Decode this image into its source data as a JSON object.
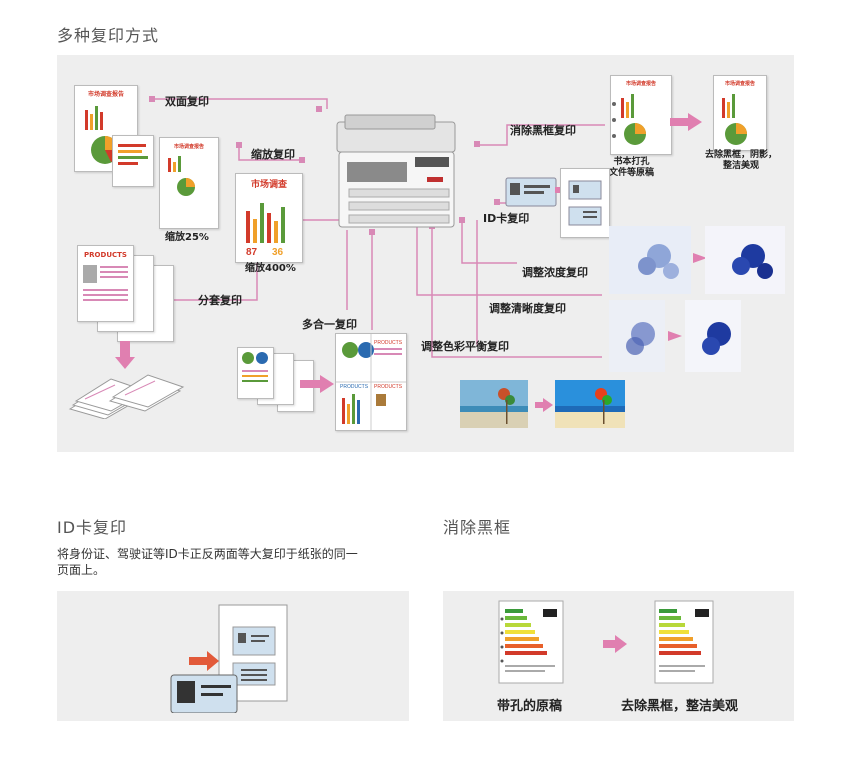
{
  "main_title": "多种复印方式",
  "diagram": {
    "labels": {
      "duplex": "双面复印",
      "zoom": "缩放复印",
      "zoom25": "缩放25%",
      "zoom400": "缩放400%",
      "collate": "分套复印",
      "nup": "多合一复印",
      "frame_erase": "消除黑框复印",
      "book_line1": "书本打孔",
      "book_line2": "文件等原稿",
      "result_line1": "去除黑框，阴影，",
      "result_line2": "整洁美观",
      "idcard": "ID卡复印",
      "density": "调整浓度复印",
      "sharpness": "调整清晰度复印",
      "color_balance": "调整色彩平衡复印"
    },
    "doc_texts": {
      "market_report": "市场调查报告",
      "market_survey": "市场调查",
      "percent_a": "87",
      "percent_b": "36",
      "products": "PRODUCTS"
    }
  },
  "idcard_section": {
    "title": "ID卡复印",
    "desc_line1": "将身份证、驾驶证等ID卡正反两面等大复印于纸张的同一",
    "desc_line2": "页面上。"
  },
  "erase_section": {
    "title": "消除黑框",
    "caption_left": "带孔的原稿",
    "caption_right": "去除黑框，整洁美观"
  },
  "colors": {
    "panel_bg": "#eeeeee",
    "connector": "#d889b6",
    "arrow": "#e07fb0",
    "red": "#d23a2a",
    "green": "#5a9a3a",
    "orange": "#f0a02a"
  }
}
